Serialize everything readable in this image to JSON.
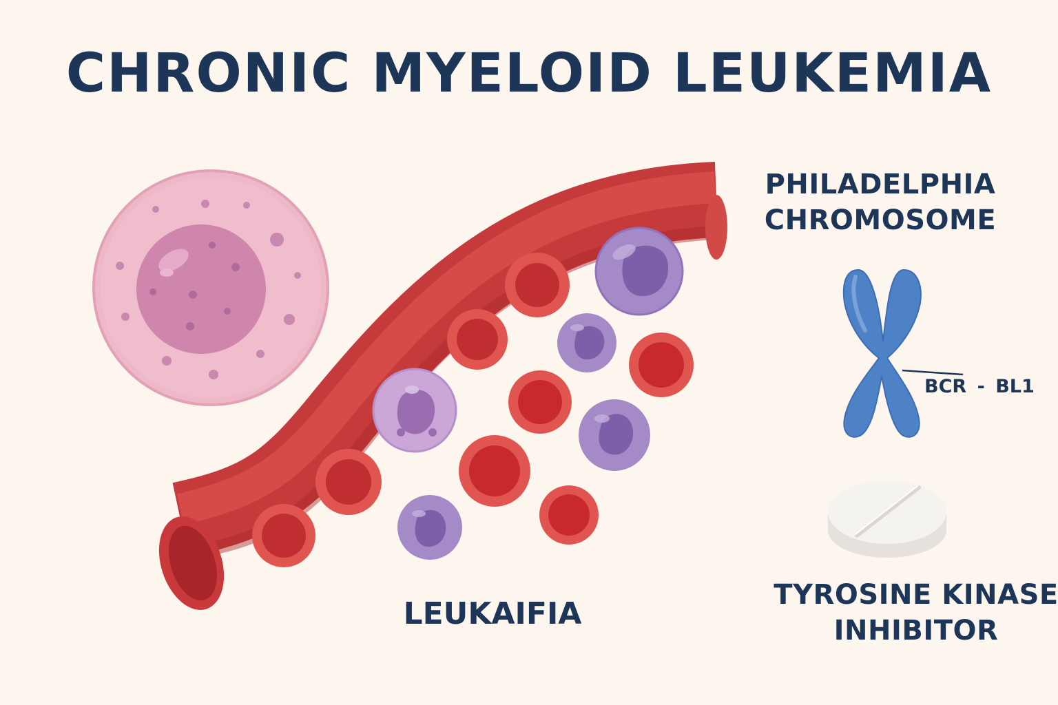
{
  "title": "CHRONIC MYELOID LEUKEMIA",
  "chromosome_section": {
    "label_line1": "PHILADELPHIA",
    "label_line2": "CHROMOSOME",
    "gene_left": "BCR",
    "gene_dash": "-",
    "gene_right": "BL1"
  },
  "drug_section": {
    "label_line1": "TYROSINE KINASE",
    "label_line2": "INHIBITOR"
  },
  "blood_vessel_label": "LEUKAIFIA",
  "colors": {
    "background": "#fcf6ee",
    "text": "#1d3557",
    "vessel": "#c93a3a",
    "red_cell": "#d9403f",
    "white_cell": "#9b7cc0",
    "myeloid_cell": "#eab7c8",
    "chromosome": "#4e82c6",
    "pill": "#f4f3f0"
  }
}
